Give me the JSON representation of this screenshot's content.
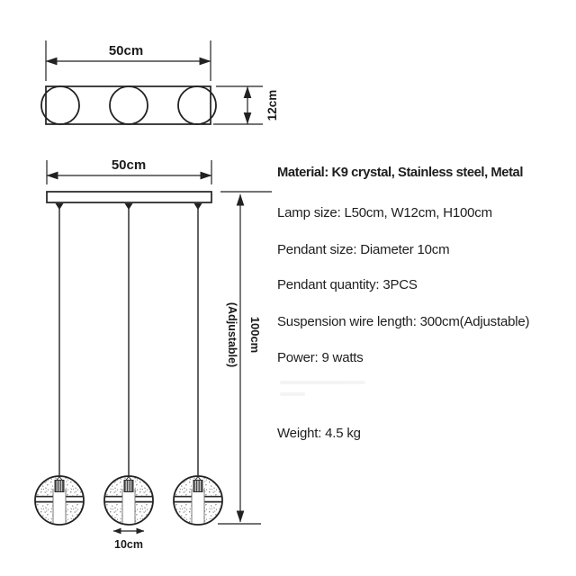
{
  "document_type": "pendant-lamp-dimension-spec-sheet",
  "colors": {
    "line": "#222222",
    "text": "#1b1b1b",
    "background": "#ffffff"
  },
  "top_view": {
    "width_label": "50cm",
    "height_label": "12cm",
    "hole_count": 3
  },
  "front_view": {
    "width_label": "50cm",
    "drop_height_label": "100cm",
    "drop_height_note": "(Adjustable)",
    "pendant_diameter_label": "10cm",
    "pendant_count": 3
  },
  "specs": [
    "Material: K9 crystal, Stainless steel, Metal",
    "Lamp size: L50cm, W12cm, H100cm",
    "Pendant size: Diameter 10cm",
    "Pendant quantity: 3PCS",
    "Suspension wire length: 300cm(Adjustable)",
    "Power: 9 watts",
    "Weight: 4.5 kg"
  ]
}
